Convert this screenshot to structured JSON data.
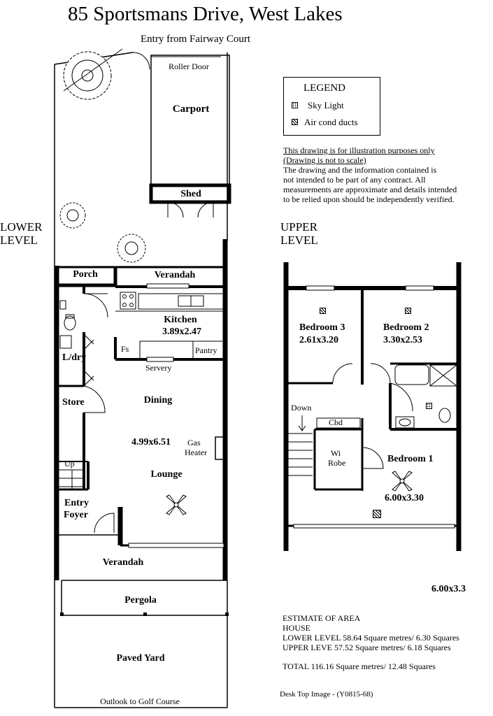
{
  "title": "85 Sportsmans Drive, West Lakes",
  "entry_note": "Entry from Fairway Court",
  "levels": {
    "lower": [
      "LOWER",
      "LEVEL"
    ],
    "upper": [
      "UPPER",
      "LEVEL"
    ]
  },
  "legend": {
    "title": "LEGEND",
    "items": [
      {
        "symbol": "sky-light-symbol",
        "label": "Sky Light"
      },
      {
        "symbol": "air-duct-symbol",
        "label": "Air cond ducts"
      }
    ]
  },
  "disclaimer": {
    "line1": "This drawing is for illustration purposes only",
    "line2": "(Drawing is not to scale)",
    "body": [
      "The drawing and the information contained is",
      "not intended to be part of any contract.  All",
      "measurements are approximate and details intended",
      "to be relied upon should be independently verified."
    ]
  },
  "lower_rooms": {
    "roller_door": "Roller Door",
    "carport": "Carport",
    "shed": "Shed",
    "porch": "Porch",
    "verandah_top": "Verandah",
    "kitchen": "Kitchen",
    "kitchen_size": "3.89x2.47",
    "fs": "Fs",
    "pantry": "Pantry",
    "servery": "Servery",
    "laundry": "L/dry",
    "dining": "Dining",
    "store": "Store",
    "lounge_size": "4.99x6.51",
    "gas_heater": [
      "Gas",
      "Heater"
    ],
    "up": "Up",
    "lounge": "Lounge",
    "entry_foyer": [
      "Entry",
      "Foyer"
    ],
    "verandah_bottom": "Verandah",
    "pergola": "Pergola",
    "paved_yard": "Paved Yard",
    "outlook": "Outlook to Golf Course"
  },
  "upper_rooms": {
    "bedroom3": "Bedroom 3",
    "bedroom3_size": "2.61x3.20",
    "bedroom2": "Bedroom 2",
    "bedroom2_size": "3.30x2.53",
    "down": "Down",
    "cbd": "Cbd",
    "wi_robe": [
      "Wi",
      "Robe"
    ],
    "bedroom1": "Bedroom 1",
    "bedroom1_size": "6.00x3.30"
  },
  "extra_dimension": "6.00x3.3",
  "area_estimate": {
    "heading": "ESTIMATE OF AREA",
    "subheading": "HOUSE",
    "lower": "LOWER LEVEL 58.64 Square metres/  6.30 Squares",
    "upper": "UPPER LEVE 57.52 Square metres/  6.18 Squares",
    "total": "TOTAL  116.16 Square metres/  12.48 Squares"
  },
  "image_code": "Desk Top Image - (Y0815-68)"
}
